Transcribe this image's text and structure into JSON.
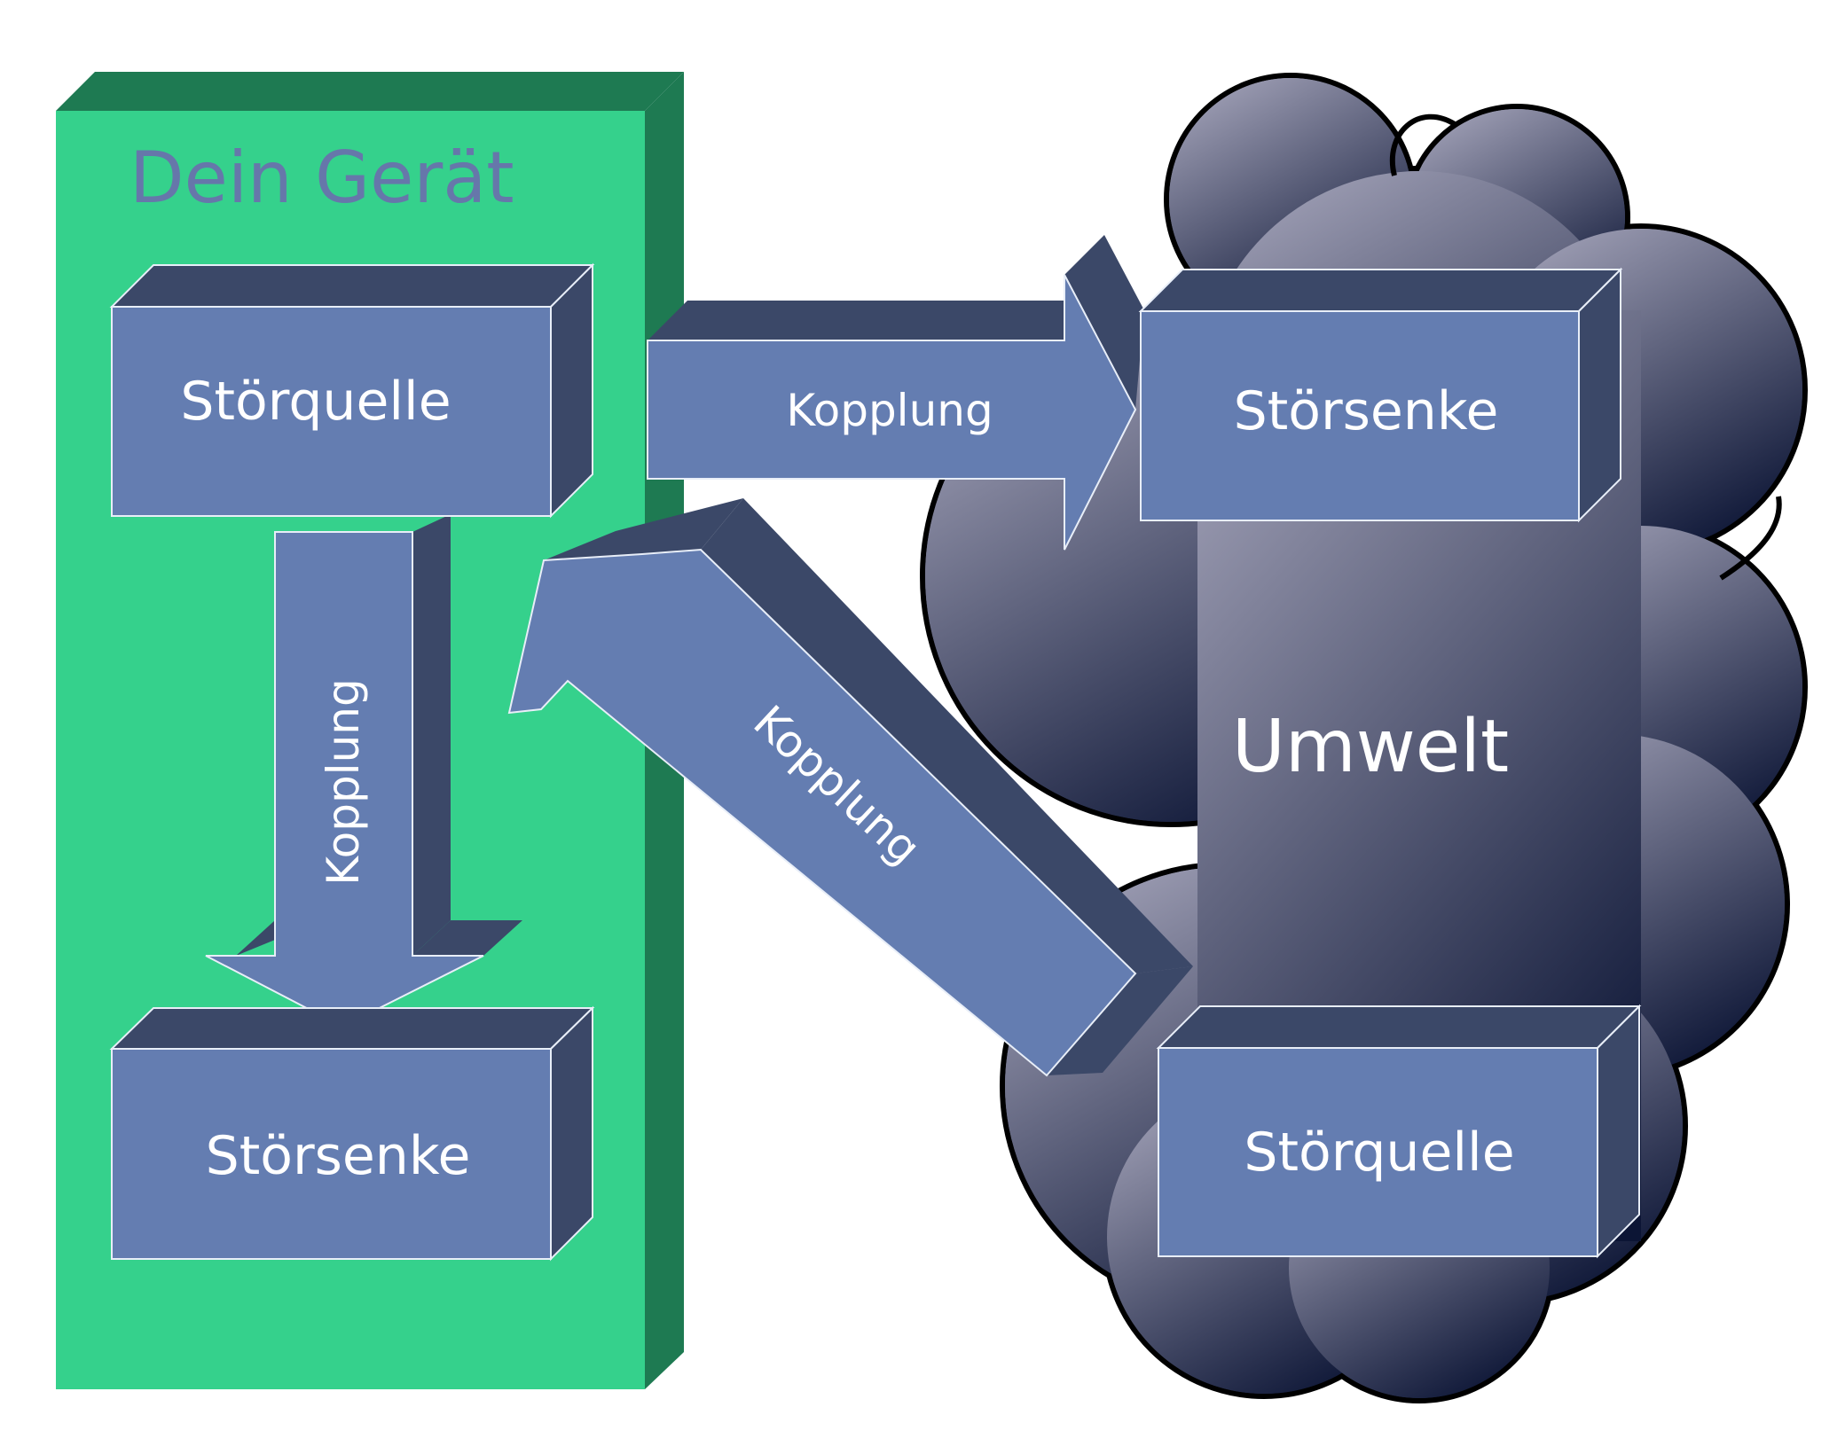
{
  "colors": {
    "device_face": "#35d18c",
    "device_side": "#1e7a52",
    "box_face": "#647db1",
    "box_side": "#3b4868",
    "box_edge": "#e8eef8",
    "cloud_top": "#a0a0b6",
    "cloud_bottom": "#0c1535",
    "title_text": "#6677aa",
    "label_text": "#ffffff"
  },
  "device": {
    "title": "Dein Gerät",
    "source_label": "Störquelle",
    "sink_label": "Störsenke"
  },
  "environment": {
    "title": "Umwelt",
    "sink_label": "Störsenke",
    "source_label": "Störquelle"
  },
  "couplings": {
    "internal_label": "Kopplung",
    "device_to_environment_label": "Kopplung",
    "environment_to_device_label": "Kopplung"
  }
}
